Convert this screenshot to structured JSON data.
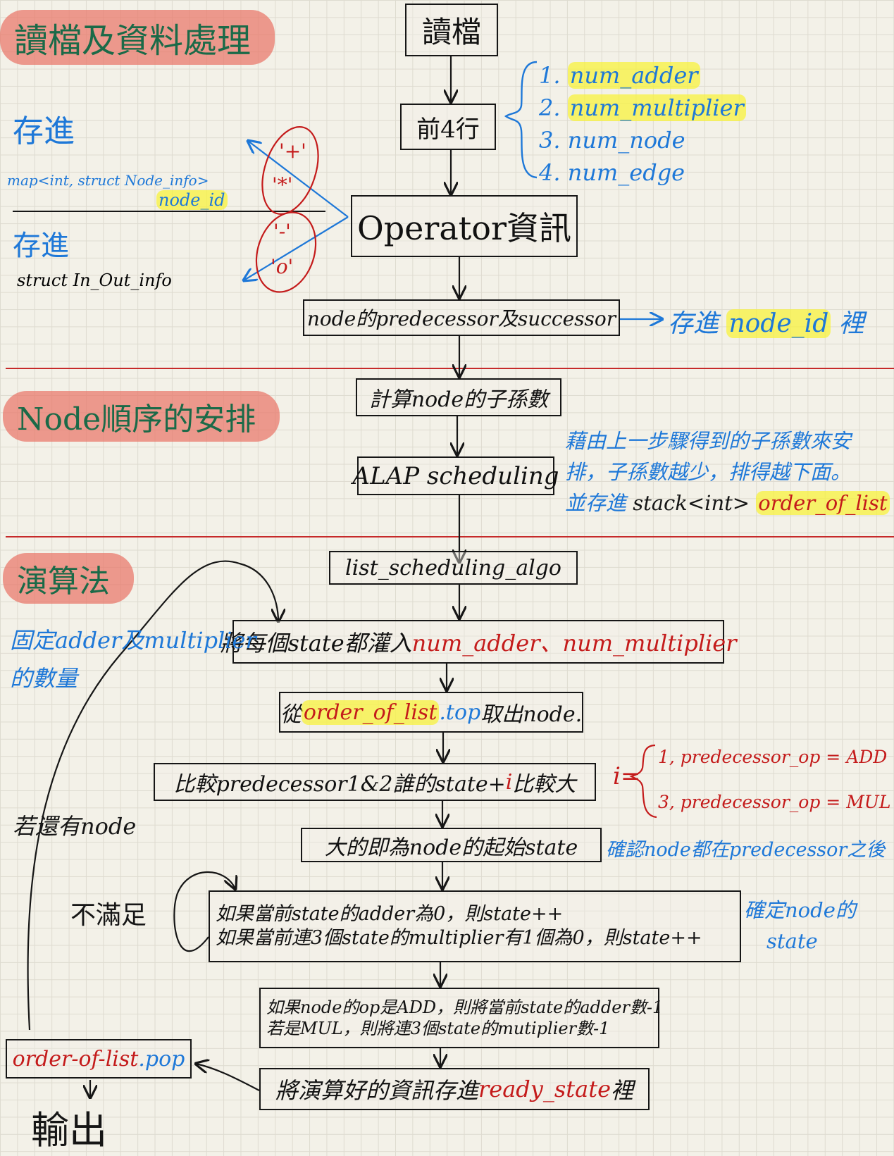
{
  "sections": {
    "read": "讀檔及資料處理",
    "order": "Node順序的安排",
    "algo": "演算法"
  },
  "steps": {
    "read_file": "讀檔",
    "first_lines": "前4行",
    "operator_info": "Operator資訊",
    "pred_succ": "node的predecessor及successor",
    "count_desc": "計算node的子孫數",
    "alap": "ALAP scheduling",
    "list_sched": "list_scheduling_algo",
    "fill_state_pre": "將每個state都灌入",
    "fill_state_vals": "num_adder、num_multiplier",
    "take_node_pre": "從",
    "take_node_var": "order_of_list",
    "take_node_method": ".top",
    "take_node_post": "取出node.",
    "compare_pre": "比較predecessor1&2誰的state+",
    "compare_i": "i",
    "compare_post": "比較大",
    "start_state": "大的即為node的起始state",
    "cond_line1": "如果當前state的adder為0，則state++",
    "cond_line2": "如果當前連3個state的multiplier有1個為0，則state++",
    "op_line1": "如果node的op是ADD，則將當前state的adder數-1",
    "op_line2": "若是MUL，則將連3個state的mutiplier數-1",
    "store_pre": "將演算好的資訊存進",
    "store_var": "ready_state",
    "store_post": "裡",
    "pop_var": "order-of-list",
    "pop_method": ".pop",
    "output": "輸出"
  },
  "counts": {
    "items": [
      {
        "num": "1.",
        "label": "num_adder",
        "highlight": true
      },
      {
        "num": "2.",
        "label": "num_multiplier",
        "highlight": true
      },
      {
        "num": "3.",
        "label": "num_node",
        "highlight": false
      },
      {
        "num": "4.",
        "label": "num_edge",
        "highlight": false
      }
    ]
  },
  "store_notes": {
    "save_to_1": "存進",
    "map_type": "map<int, struct Node_info>",
    "node_id": "node_id",
    "save_to_2": "存進",
    "struct_type": "struct In_Out_info",
    "ops": [
      "'+'",
      "'*'",
      "'-'",
      "'o'"
    ]
  },
  "side_notes": {
    "pred_store_pre": "存進",
    "pred_store_var": "node_id",
    "pred_store_post": "裡",
    "order_line1": "藉由上一步驟得到的子孫數來安",
    "order_line2": "排，子孫數越少，排得越下面。",
    "order_line3_pre": "並存進",
    "order_line3_type": "stack<int>",
    "order_line3_var": "order_of_list",
    "fix_counts_line1": "固定adder及multiplier",
    "fix_counts_line2": "的數量",
    "i_label": "i=",
    "i_case1": "1, predecessor_op = ADD",
    "i_case2": "3, predecessor_op = MUL",
    "confirm_after": "確認node都在predecessor之後",
    "confirm_state_1": "確定node的",
    "confirm_state_2": "state",
    "not_satisfied": "不滿足",
    "still_has_node": "若還有node"
  },
  "colors": {
    "section_highlight": "#e97668",
    "section_text": "#1b6a48",
    "note_blue": "#1e78d8",
    "note_red": "#c41b1b",
    "highlight_yellow": "#f8f236",
    "divider": "#c62a2a"
  }
}
